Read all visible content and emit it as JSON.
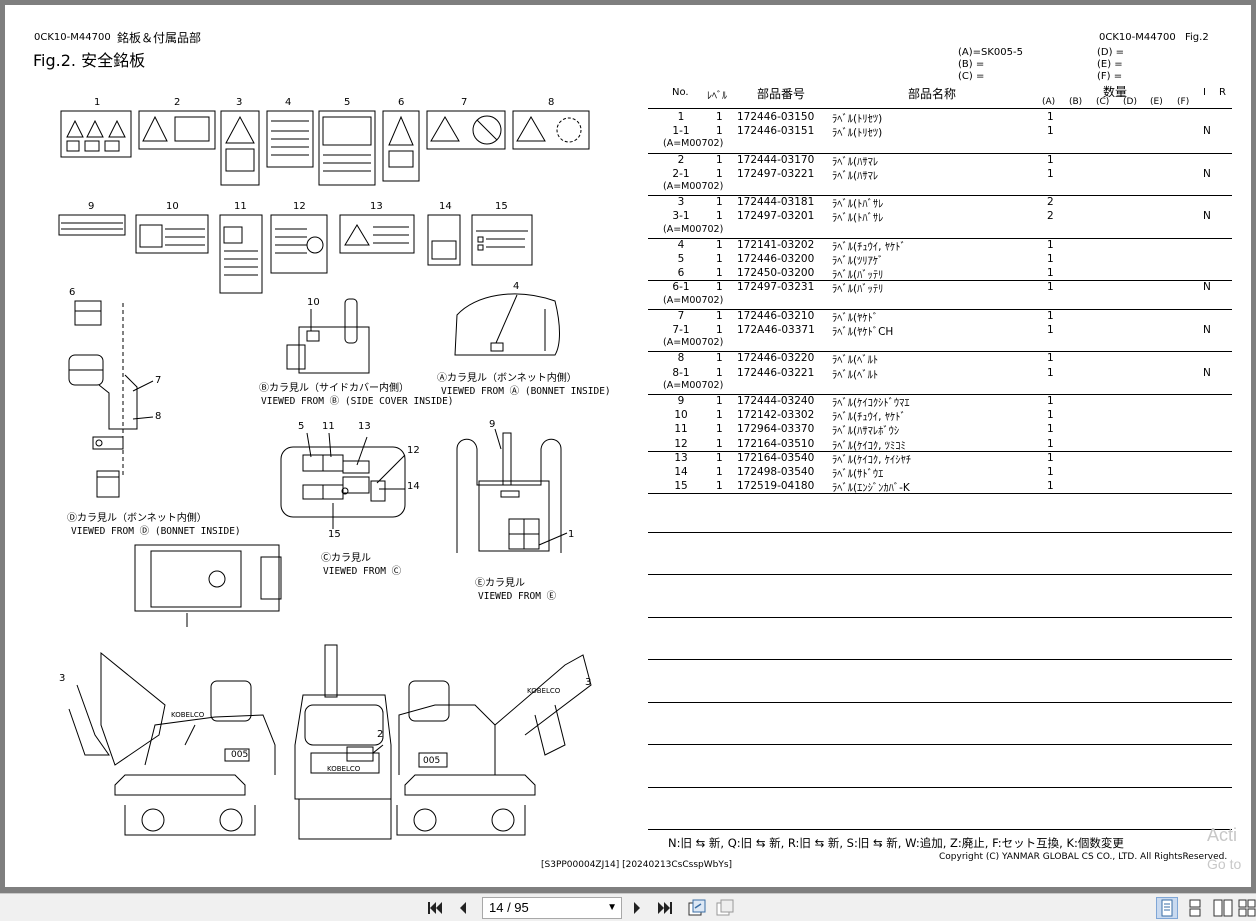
{
  "header": {
    "doc_code_left": "0CK10-M44700",
    "section_title": "銘板＆付属品部",
    "fig_title": "Fig.2.  安全銘板",
    "doc_code_right": "0CK10-M44700",
    "fig_ref": "Fig.2"
  },
  "legend_codes": {
    "a": "(A)=SK005-5",
    "b": "(B) =",
    "c": "(C) =",
    "d": "(D) =",
    "e": "(E) =",
    "f": "(F) ="
  },
  "columns": {
    "no": "No.",
    "level": "ﾚﾍﾞﾙ",
    "part_no": "部品番号",
    "part_name": "部品名称",
    "qty": "数量",
    "qa": "(A)",
    "qb": "(B)",
    "qc": "(C)",
    "qd": "(D)",
    "qe": "(E)",
    "qf": "(F)",
    "i": "I",
    "r": "R"
  },
  "rows": [
    {
      "no": "1",
      "level": "1",
      "part": "172446-03150",
      "name": "ﾗﾍﾞﾙ(ﾄﾘｾﾂ)",
      "qty": "1",
      "r": ""
    },
    {
      "no": "1-1",
      "level": "1",
      "part": "172446-03151",
      "name": "ﾗﾍﾞﾙ(ﾄﾘｾﾂ)",
      "qty": "1",
      "r": "N",
      "sub": "(A=M00702)"
    },
    {
      "no": "2",
      "level": "1",
      "part": "172444-03170",
      "name": "ﾗﾍﾞﾙ(ﾊｻﾏﾚ",
      "qty": "1",
      "r": ""
    },
    {
      "no": "2-1",
      "level": "1",
      "part": "172497-03221",
      "name": "ﾗﾍﾞﾙ(ﾊｻﾏﾚ",
      "qty": "1",
      "r": "N",
      "sub": "(A=M00702)"
    },
    {
      "no": "3",
      "level": "1",
      "part": "172444-03181",
      "name": "ﾗﾍﾞﾙ(ﾄﾊﾞｻﾚ",
      "qty": "2",
      "r": ""
    },
    {
      "no": "3-1",
      "level": "1",
      "part": "172497-03201",
      "name": "ﾗﾍﾞﾙ(ﾄﾊﾞｻﾚ",
      "qty": "2",
      "r": "N",
      "sub": "(A=M00702)"
    },
    {
      "no": "4",
      "level": "1",
      "part": "172141-03202",
      "name": "ﾗﾍﾞﾙ(ﾁｭｳｲ, ﾔｹﾄﾞ",
      "qty": "1",
      "r": ""
    },
    {
      "no": "5",
      "level": "1",
      "part": "172446-03200",
      "name": "ﾗﾍﾞﾙ(ﾂﾘｱｹﾞ",
      "qty": "1",
      "r": ""
    },
    {
      "no": "6",
      "level": "1",
      "part": "172450-03200",
      "name": "ﾗﾍﾞﾙ(ﾊﾞｯﾃﾘ",
      "qty": "1",
      "r": ""
    },
    {
      "no": "6-1",
      "level": "1",
      "part": "172497-03231",
      "name": "ﾗﾍﾞﾙ(ﾊﾞｯﾃﾘ",
      "qty": "1",
      "r": "N",
      "sub": "(A=M00702)"
    },
    {
      "no": "7",
      "level": "1",
      "part": "172446-03210",
      "name": "ﾗﾍﾞﾙ(ﾔｹﾄﾞ",
      "qty": "1",
      "r": ""
    },
    {
      "no": "7-1",
      "level": "1",
      "part": "172A46-03371",
      "name": "ﾗﾍﾞﾙ(ﾔｹﾄﾞCH",
      "qty": "1",
      "r": "N",
      "sub": "(A=M00702)"
    },
    {
      "no": "8",
      "level": "1",
      "part": "172446-03220",
      "name": "ﾗﾍﾞﾙ(ﾍﾞﾙﾄ",
      "qty": "1",
      "r": ""
    },
    {
      "no": "8-1",
      "level": "1",
      "part": "172446-03221",
      "name": "ﾗﾍﾞﾙ(ﾍﾞﾙﾄ",
      "qty": "1",
      "r": "N",
      "sub": "(A=M00702)"
    },
    {
      "no": "9",
      "level": "1",
      "part": "172444-03240",
      "name": "ﾗﾍﾞﾙ(ｹｲｺｸｼﾄﾞｳﾏｴ",
      "qty": "1",
      "r": ""
    },
    {
      "no": "10",
      "level": "1",
      "part": "172142-03302",
      "name": "ﾗﾍﾞﾙ(ﾁｭｳｲ, ﾔｹﾄﾞ",
      "qty": "1",
      "r": ""
    },
    {
      "no": "11",
      "level": "1",
      "part": "172964-03370",
      "name": "ﾗﾍﾞﾙ(ﾊｻﾏﾚﾎﾞｳｼ",
      "qty": "1",
      "r": ""
    },
    {
      "no": "12",
      "level": "1",
      "part": "172164-03510",
      "name": "ﾗﾍﾞﾙ(ｹｲｺｸ, ﾂﾐｺﾐ",
      "qty": "1",
      "r": ""
    },
    {
      "no": "13",
      "level": "1",
      "part": "172164-03540",
      "name": "ﾗﾍﾞﾙ(ｹｲｺｸ, ｹｲｼﾔﾁ",
      "qty": "1",
      "r": ""
    },
    {
      "no": "14",
      "level": "1",
      "part": "172498-03540",
      "name": "ﾗﾍﾞﾙ(ｻﾄﾞｳｴ",
      "qty": "1",
      "r": ""
    },
    {
      "no": "15",
      "level": "1",
      "part": "172519-04180",
      "name": "ﾗﾍﾞﾙ(ｴﾝｼﾞﾝｶﾊﾞ-K",
      "qty": "1",
      "r": ""
    }
  ],
  "drawing": {
    "label_numbers": [
      "1",
      "2",
      "3",
      "4",
      "5",
      "6",
      "7",
      "8",
      "9",
      "10",
      "11",
      "12",
      "13",
      "14",
      "15"
    ],
    "callouts": {
      "b_title": "Ⓑカラ見ル（サイドカバー内側）",
      "b_sub": "VIEWED FROM Ⓑ (SIDE COVER INSIDE)",
      "a_title": "Ⓐカラ見ル（ボンネット内側）",
      "a_sub": "VIEWED FROM Ⓐ (BONNET INSIDE)",
      "d_title": "Ⓓカラ見ル（ボンネット内側）",
      "d_sub": "VIEWED FROM Ⓓ (BONNET INSIDE)",
      "c_title": "Ⓒカラ見ル",
      "c_sub": "VIEWED FROM Ⓒ",
      "e_title": "Ⓔカラ見ル",
      "e_sub": "VIEWED FROM Ⓔ"
    },
    "brand": "KOBELCO",
    "model": "005"
  },
  "footer": {
    "legend": "N:旧 ⇆ 新,  Q:旧 ⇆ 新,  R:旧 ⇆ 新,  S:旧 ⇆ 新,  W:追加,  Z:廃止,  F:セット互換,  K:個数変更",
    "copyright": "Copyright (C)  YANMAR GLOBAL CS CO., LTD. All RightsReserved.",
    "doc_id": "[S3PP00004ZJ14] [20240213CsCsspWbYs]"
  },
  "watermark": {
    "line1": "Acti",
    "line2": "Go to"
  },
  "toolbar": {
    "page_display": "14 / 95"
  }
}
